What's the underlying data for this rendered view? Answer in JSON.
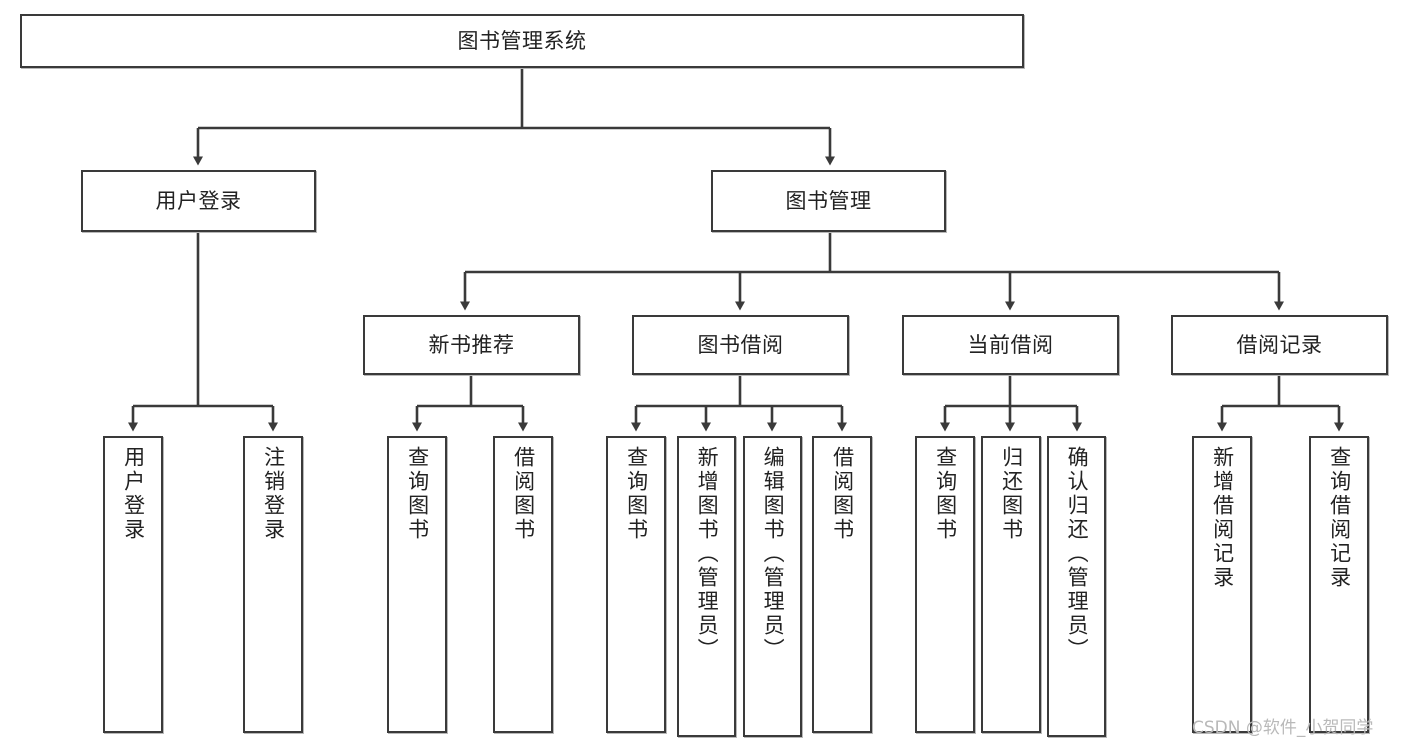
{
  "diagram": {
    "type": "tree-hierarchy",
    "title": "图书管理系统",
    "watermark": "CSDN @软件_小贺同学",
    "colors": {
      "node_border": "#3a3a3a",
      "node_fill": "#ffffff",
      "edge": "#3a3a3a",
      "text": "#222222",
      "watermark": "#b9b9b9",
      "background": "#ffffff"
    },
    "nodes": {
      "root": {
        "label": "图书管理系统"
      },
      "level2": [
        {
          "id": "user-login",
          "label": "用户登录"
        },
        {
          "id": "book-manage",
          "label": "图书管理"
        }
      ],
      "level3": [
        {
          "id": "new-book-recommend",
          "label": "新书推荐"
        },
        {
          "id": "book-borrow",
          "label": "图书借阅"
        },
        {
          "id": "current-borrow",
          "label": "当前借阅"
        },
        {
          "id": "borrow-record",
          "label": "借阅记录"
        }
      ],
      "leaves": {
        "user-login": [
          {
            "id": "leaf-user-login",
            "label": "用户登录"
          },
          {
            "id": "leaf-user-logout",
            "label": "注销登录"
          }
        ],
        "new-book-recommend": [
          {
            "id": "leaf-query-book-1",
            "label": "查询图书"
          },
          {
            "id": "leaf-borrow-book-1",
            "label": "借阅图书"
          }
        ],
        "book-borrow": [
          {
            "id": "leaf-query-book-2",
            "label": "查询图书"
          },
          {
            "id": "leaf-add-book",
            "label": "新增图书（管理员）"
          },
          {
            "id": "leaf-edit-book",
            "label": "编辑图书（管理员）"
          },
          {
            "id": "leaf-borrow-book-2",
            "label": "借阅图书"
          }
        ],
        "current-borrow": [
          {
            "id": "leaf-query-book-3",
            "label": "查询图书"
          },
          {
            "id": "leaf-return-book",
            "label": "归还图书"
          },
          {
            "id": "leaf-confirm-return",
            "label": "确认归还（管理员）"
          }
        ],
        "borrow-record": [
          {
            "id": "leaf-add-record",
            "label": "新增借阅记录"
          },
          {
            "id": "leaf-query-record",
            "label": "查询借阅记录"
          }
        ]
      }
    }
  }
}
